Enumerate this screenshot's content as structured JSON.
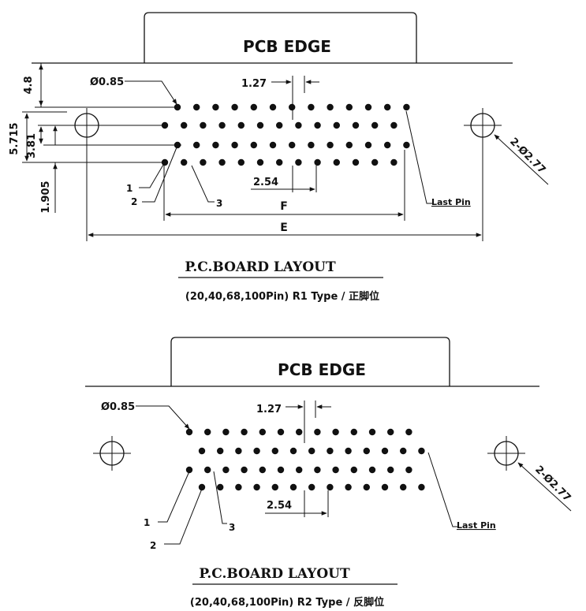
{
  "top": {
    "pcb_edge_label": "PCB EDGE",
    "dims": {
      "d48": "4.8",
      "d5715": "5.715",
      "d381": "3.81",
      "d1905": "1.905",
      "pin_dia": "Ø0.85",
      "pitch_small": "1.27",
      "pitch_large": "2.54",
      "F": "F",
      "E": "E",
      "mount": "2-Ø2.77"
    },
    "callouts": {
      "pin1": "1",
      "pin2": "2",
      "pin3": "3",
      "last_pin": "Last Pin"
    },
    "title": "P.C.BOARD LAYOUT",
    "subtitle": "(20,40,68,100Pin) R1 Type / 正脚位"
  },
  "bottom": {
    "pcb_edge_label": "PCB EDGE",
    "dims": {
      "pin_dia": "Ø0.85",
      "pitch_small": "1.27",
      "pitch_large": "2.54",
      "mount": "2-Ø2.77"
    },
    "callouts": {
      "pin1": "1",
      "pin2": "2",
      "pin3": "3",
      "last_pin": "Last Pin"
    },
    "title": "P.C.BOARD LAYOUT",
    "subtitle": "(20,40,68,100Pin) R2 Type / 反脚位"
  }
}
